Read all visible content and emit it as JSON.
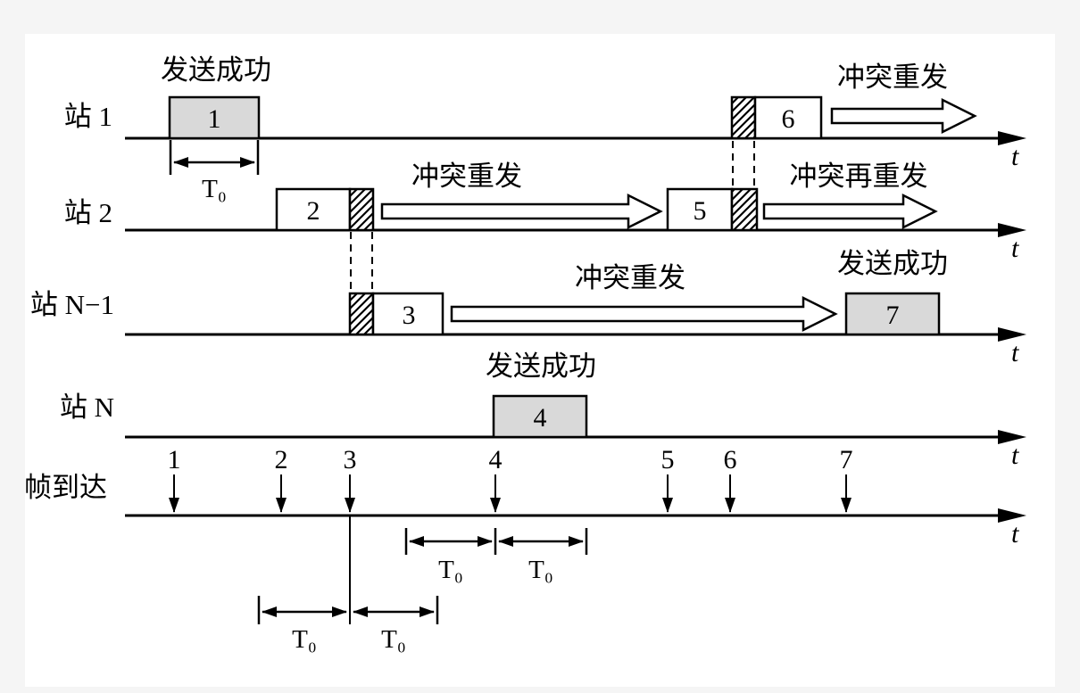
{
  "colors": {
    "success_fill": "#d9d9d9",
    "frame_fill": "#ffffff",
    "ink": "#000000",
    "background": "#ffffff"
  },
  "labels": {
    "station1": "站 1",
    "station2": "站 2",
    "stationN1": "站 N−1",
    "stationN": "站 N",
    "arrival_axis": "帧到达",
    "t": "t",
    "t0": "T₀",
    "success": "发送成功",
    "collision_retransmit": "冲突重发",
    "collision_retransmit_again": "冲突再重发"
  },
  "frames": {
    "f1": "1",
    "f2": "2",
    "f3": "3",
    "f4": "4",
    "f5": "5",
    "f6": "6",
    "f7": "7"
  },
  "arrivals": [
    "1",
    "2",
    "3",
    "4",
    "5",
    "6",
    "7"
  ]
}
